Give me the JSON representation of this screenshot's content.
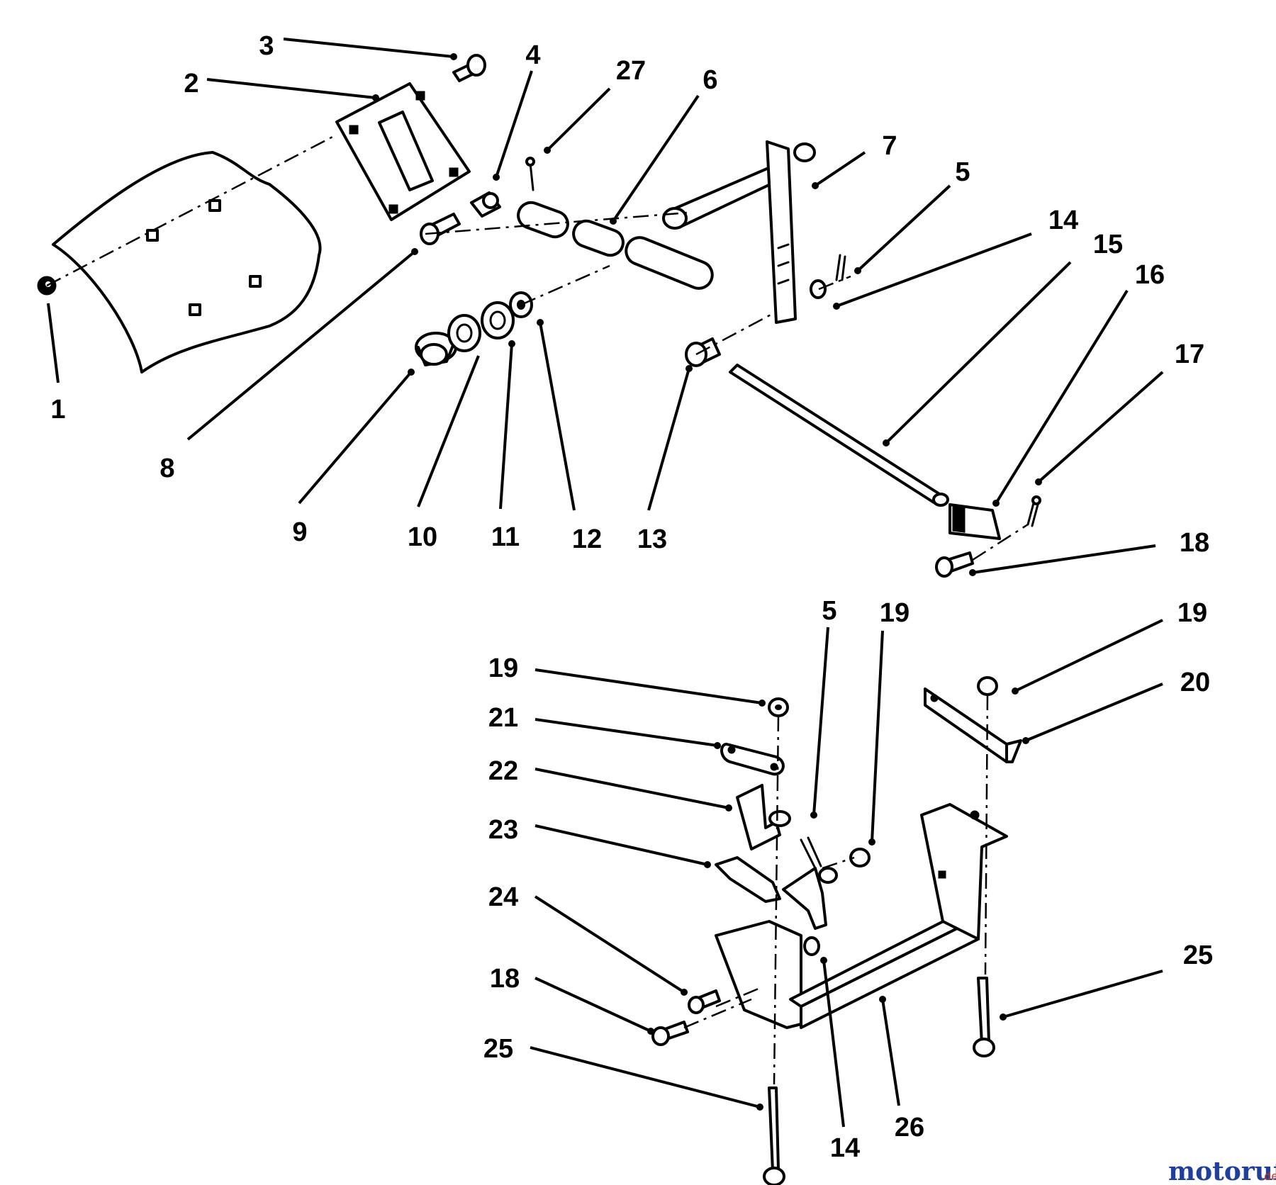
{
  "diagram": {
    "callouts": [
      "1",
      "2",
      "3",
      "4",
      "27",
      "6",
      "7",
      "5",
      "14",
      "15",
      "16",
      "17",
      "8",
      "9",
      "10",
      "11",
      "12",
      "13",
      "18",
      "5",
      "19",
      "19",
      "19",
      "20",
      "21",
      "22",
      "23",
      "24",
      "18",
      "25",
      "25",
      "14",
      "26"
    ]
  },
  "watermark": {
    "brand": "motoruf",
    "suffix": ".de"
  }
}
